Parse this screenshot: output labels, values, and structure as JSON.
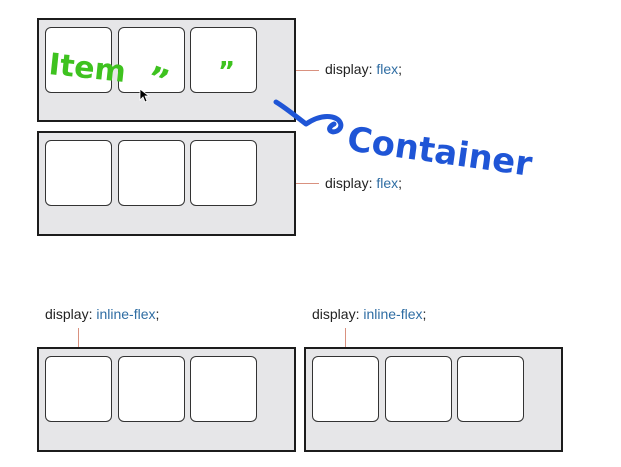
{
  "labels": {
    "row1": {
      "prop": "display:",
      "value": "flex",
      "semi": ";"
    },
    "row2": {
      "prop": "display:",
      "value": "flex",
      "semi": ";"
    },
    "row3": {
      "prop": "display:",
      "value": "inline-flex",
      "semi": ";"
    },
    "row4": {
      "prop": "display:",
      "value": "inline-flex",
      "semi": ";"
    }
  },
  "handwriting": {
    "item": "Item",
    "ditto_1": "”",
    "ditto_2": "”",
    "container": "Container"
  },
  "colors": {
    "container_bg": "#e6e6e8",
    "value_text": "#2f6da3",
    "leader_line": "#d9917f",
    "annotation_green": "#3ec21f",
    "annotation_blue": "#1f55d6"
  }
}
